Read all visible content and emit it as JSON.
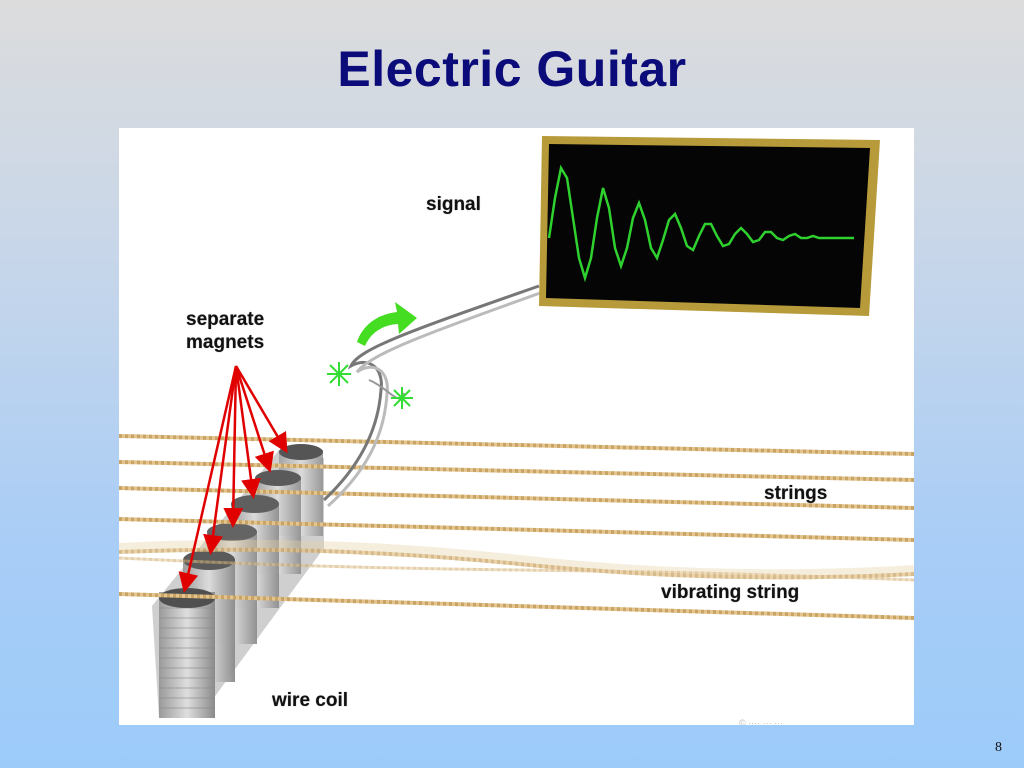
{
  "slide": {
    "title": "Electric Guitar",
    "page_number": "8"
  },
  "diagram": {
    "labels": {
      "signal": "signal",
      "separate_magnets_line1": "separate",
      "separate_magnets_line2": "magnets",
      "strings": "strings",
      "vibrating_string": "vibrating string",
      "wire_coil": "wire coil"
    },
    "colors": {
      "title": "#0b0b7a",
      "arrow": "#e00000",
      "waveform": "#2fd12f",
      "screen": "#050505",
      "screen_frame": "#b79a3a",
      "string": "#d8b77c",
      "signal_arrow": "#44dd22"
    }
  }
}
